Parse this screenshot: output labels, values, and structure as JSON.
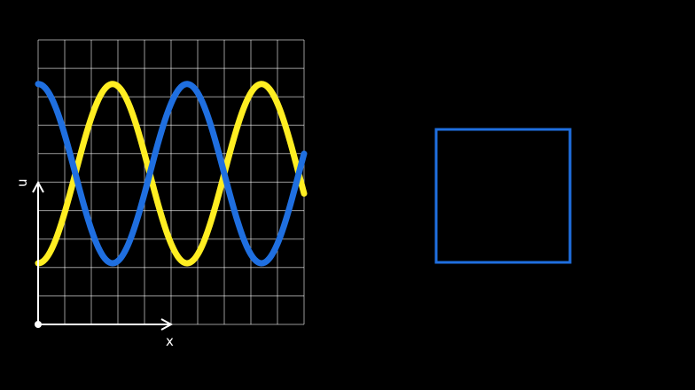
{
  "colors": {
    "background": "#000000",
    "grid": "#ffffff",
    "axes": "#ffffff",
    "series_yellow": "#ffee22",
    "series_blue": "#1f6fe0",
    "box": "#1f6fe0"
  },
  "plot": {
    "x_axis_label": "x",
    "y_axis_label": "u",
    "grid_columns": 10,
    "grid_rows": 10
  },
  "chart_data": {
    "type": "line",
    "title": "",
    "xlabel": "x",
    "ylabel": "u",
    "xlim": [
      0,
      10
    ],
    "ylim": [
      0,
      10
    ],
    "grid": true,
    "series": [
      {
        "color": "#ffee22",
        "function": "sine",
        "baseline": 5.3,
        "amplitude": 3.15,
        "wavelength": 5.6,
        "phase_start": "minimum-rising",
        "x_range": [
          0,
          10
        ]
      },
      {
        "color": "#1f6fe0",
        "function": "sine",
        "baseline": 5.3,
        "amplitude": 3.15,
        "wavelength": 5.6,
        "phase_start": "maximum-falling",
        "x_range": [
          0,
          10
        ]
      }
    ]
  },
  "side_panel": {
    "shape": "square-outline",
    "color": "#1f6fe0"
  }
}
